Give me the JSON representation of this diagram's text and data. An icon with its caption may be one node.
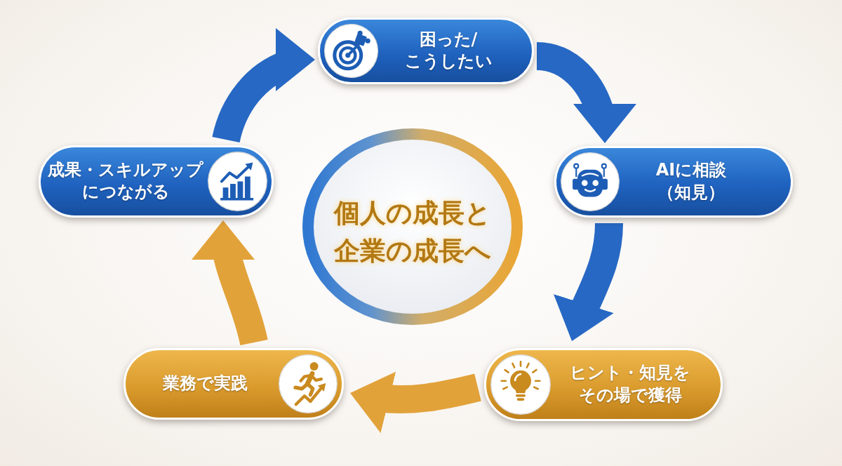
{
  "diagram": {
    "nodes": [
      {
        "text": [
          "困った/こうしたい"
        ]
      },
      {
        "text": [
          "AIに相談（知見）"
        ]
      },
      {
        "text": [
          "ヒント・知見をその場で獲得"
        ]
      },
      {
        "text": [
          "業務で実践"
        ]
      },
      {
        "text": [
          "成果・スキルアップにつながる"
        ]
      },
      {
        "text": [
          "個人の成長と企業の成長へ"
        ]
      }
    ],
    "edges": [
      {
        "from": 0,
        "to": 1,
        "arrow": "to"
      },
      {
        "from": 1,
        "to": 2,
        "arrow": "to"
      },
      {
        "from": 2,
        "to": 3,
        "arrow": "to",
        "color": "#e2a23a"
      },
      {
        "from": 3,
        "to": 4,
        "arrow": "to",
        "color": "#e2a23a"
      },
      {
        "from": 4,
        "to": 0,
        "arrow": "to"
      }
    ]
  }
}
